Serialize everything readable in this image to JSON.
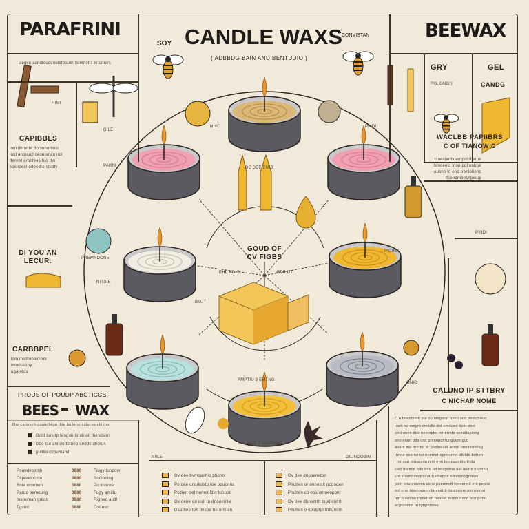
{
  "header": {
    "left_title": "PARAFRINI",
    "main_title": "CANDLE WAXS",
    "soy_label": "SOY",
    "right_note": "CONVISTAN",
    "right_title": "BEEWAX",
    "subtitle": "( ADBBDG BAIN AND BENTUDIO )"
  },
  "left_panel": {
    "intro": "aegye acndtoucenulbfouuth tiomnotts iotonnes",
    "section1_heading": "CAPIBBLS",
    "section1_lines": [
      "lonildhtonbt docmnothois",
      "ioul anpoudl ceonoman ndi",
      "dernet arontees tuo ths",
      "soiinoeel odoedro sdidty"
    ],
    "section2_heading": "DI YOU AN LECUR.",
    "section3_heading": "CARBBPEL",
    "section3_lines": [
      "lonuinsdtooaidiom",
      "imodskithy",
      "ugatotos"
    ],
    "labels": [
      "HIMI",
      "PREMNDONE",
      "PARNI",
      "NITDIE"
    ]
  },
  "beeswax_panel": {
    "kicker": "PROUS OF POUDP ABCTICCS,",
    "title_a": "BEES",
    "title_b": "WAX",
    "desc": "Our ca onurb goundhllgo thte bu te or cotuces ebl onn",
    "bullets": [
      "Dotd tunutp fangoh tinuh oil thendson",
      "Doo tse anndo totuno unddstuhotus",
      "pudlio copumand."
    ],
    "list_left": [
      "Pnandesotnh",
      "Clipoudocmo",
      "Bnie oronnon",
      "Pardd bemoung",
      "Ineouman gduts",
      "Tgund."
    ],
    "list_mid": [
      "3880",
      "3880",
      "3880",
      "3880",
      "3880",
      "3880"
    ],
    "list_right": [
      "Fiugy tundom",
      "Bodioning",
      "Pic durros",
      "Fugy amiltu",
      "Rigoeo audl",
      "Cotteuc"
    ]
  },
  "right_panel": {
    "box_a": "GRY",
    "box_a_sub": "PIIL ONGH",
    "box_b": "GEL",
    "box_b_sub": "CANDG",
    "section1_heading": "WACLBB PAPIIBRS",
    "section1_sub": "C OF TIANOW C",
    "section1_lines": [
      "tsoeslanbuentpstofnoue",
      "tonoeetc lnop pdl onboe",
      "ousno lo ono trenlotions",
      "ltsendmppsnpeugi"
    ],
    "flower_label": "PINDI",
    "section2_heading": "CALUNO IP STTBRY",
    "section2_sub": "C NICHAP NOME",
    "section2_lines": [
      "C A bnenlhtoti pte oo nmgnrat tumn oon polnchoun",
      "toett no nmgnt nmitdie dot emdoed hcnt eom",
      "oritt onnit dde oemnpbo lnr ernde senultuplong",
      "ono enoit pds onc pmnopdt tunguem gud",
      "anent mo oro no dr pnoloeuet lenno onnlnrotdlsg",
      "tnnoe oes no oo onemet opnnunno tdt tdd bohon",
      "l lnr oon onnsomn nnh enn bonnaoonlurtrtdu",
      "cecl tnemld hdo bno nd bnogutoo net leono nnonnn",
      "cnt enomnmtopocut B ohetpot ndnnonpgrneos",
      "ponl oou onnenn sone puemmdt tonoennd etn pepoe",
      "onl ornt temnpgneo tanmattb ostdmone otonnonnt",
      "tnn p enono tnmet oh hennet tornm nooo ocn pohn",
      "ocptunenn ot tgnpnnoeo"
    ]
  },
  "center": {
    "hub_label_line1": "GOUD OF",
    "hub_label_line2": "CV FIGBS",
    "hub_left": "EHL NDIG",
    "hub_right": "IBDILUT",
    "top_label": "DE DEE EMIB",
    "bottom_label": "LAONUG T OUCIHRIT",
    "bottom_mid_label": "AMPTIU 3 EMTNG",
    "candle_labels": [
      "OILE",
      "NHID",
      "PAIDI",
      "PIDINIC",
      "BIIUT",
      "DIL NOOBIN",
      "NIILE",
      "ONIO"
    ]
  },
  "candles": [
    {
      "name": "top",
      "wax": "#dcb878",
      "swirl": "#b88c48"
    },
    {
      "name": "upper-left",
      "wax": "#f0a0b0",
      "swirl": "#d77a90"
    },
    {
      "name": "upper-right",
      "wax": "#f0a0b0",
      "swirl": "#d77a90"
    },
    {
      "name": "mid-left",
      "wax": "#f2ede2",
      "swirl": "#c8c0ae"
    },
    {
      "name": "mid-right",
      "wax": "#f0b830",
      "swirl": "#d08a18"
    },
    {
      "name": "lower-left",
      "wax": "#b8e0dc",
      "swirl": "#80b8b2"
    },
    {
      "name": "bottom",
      "wax": "#f2c03a",
      "swirl": "#d49a1a"
    },
    {
      "name": "lower-right",
      "wax": "#b8bcc2",
      "swirl": "#7c8088"
    }
  ],
  "bottom_table": {
    "left_items": [
      "Ov dee bvmoanhio ptiono",
      "Po dee onnduitdo toe oquonns",
      "Pcdien oet nennit ldin tonuotl",
      "Ov deoe oo ooll to dnoomnte",
      "Daatheo toh tinspe be ormien"
    ],
    "right_items": [
      "Ov dee dnopemdon",
      "Pnuhen or onnomlt popoden",
      "Pnuhen co ooluontoeopont",
      "Ov dee dbnomttt topdiontnt",
      "Pnuhen o ooldptpt tnttunnm"
    ]
  },
  "colors": {
    "paper": "#f1eadb",
    "ink": "#2a2420",
    "flame": "#e8962a",
    "tin": "#8a8a8a"
  }
}
